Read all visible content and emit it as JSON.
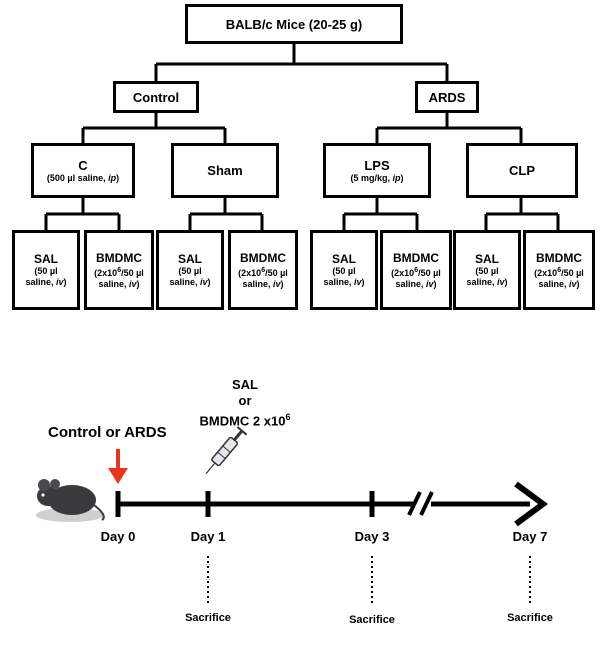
{
  "root": {
    "label": "BALB/c Mice (20-25 g)"
  },
  "groups": {
    "control": {
      "label": "Control"
    },
    "ards": {
      "label": "ARDS"
    }
  },
  "subgroups": {
    "c": {
      "label": "C",
      "detail_prefix": "(500 µl saline, ",
      "detail_route": "ip",
      "detail_suffix": ")"
    },
    "sham": {
      "label": "Sham"
    },
    "lps": {
      "label": "LPS",
      "detail_prefix": "(5 mg/kg, ",
      "detail_route": "ip",
      "detail_suffix": ")"
    },
    "clp": {
      "label": "CLP"
    }
  },
  "treatments": [
    {
      "label": "SAL",
      "line1": "(50 µl",
      "line2_prefix": "saline, ",
      "route": "iv",
      "line2_suffix": ")"
    },
    {
      "label": "BMDMC",
      "line1_a": "(2x10",
      "line1_sup": "6",
      "line1_b": "/50 µl",
      "line2_prefix": "saline, ",
      "route": "iv",
      "line2_suffix": ")"
    }
  ],
  "timeline": {
    "start_label": "Control or ARDS",
    "injection_label_line1": "SAL",
    "injection_label_line2": "or",
    "injection_label_line3": "BMDMC 2 x10",
    "injection_label_sup": "6",
    "days": [
      "Day 0",
      "Day 1",
      "Day 3",
      "Day 7"
    ],
    "sacrifice_label": "Sacrifice"
  },
  "colors": {
    "arrow_red": "#e8341c",
    "line": "#000000"
  },
  "icons": {
    "mouse": "mouse-icon",
    "syringe": "syringe-icon"
  }
}
